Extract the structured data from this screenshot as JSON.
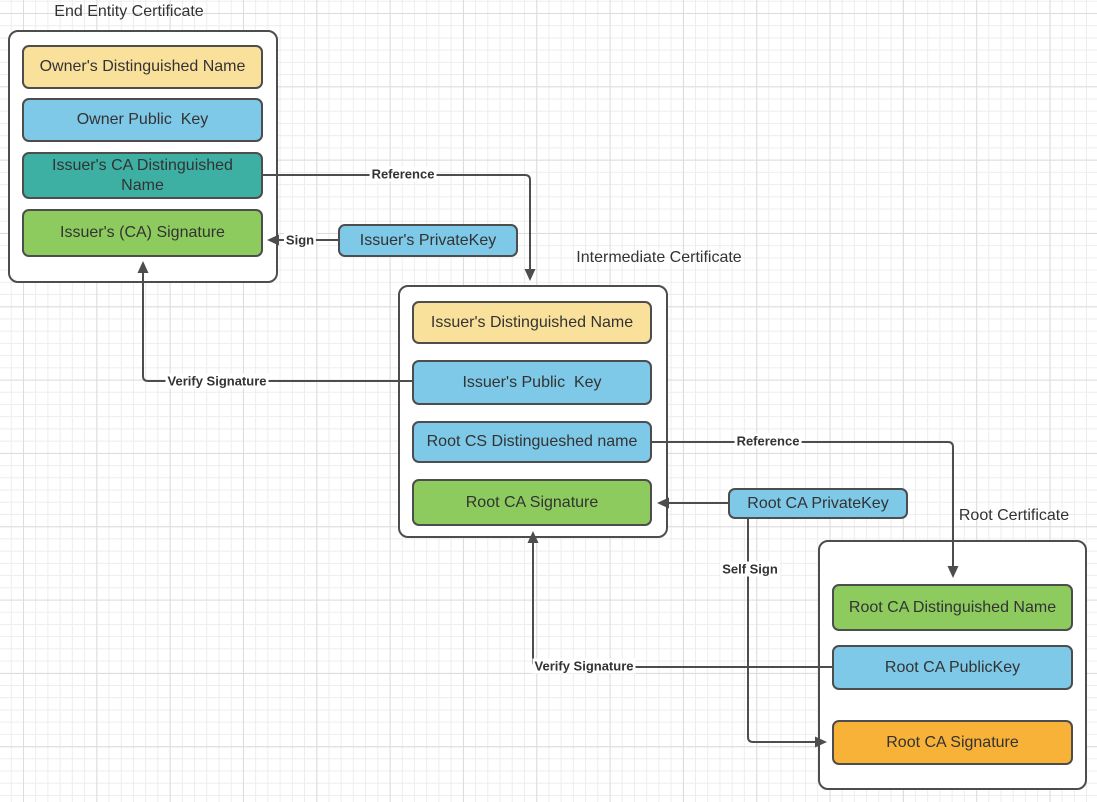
{
  "diagram": {
    "groups": [
      {
        "title": "End Entity Certificate",
        "fields": [
          {
            "label": "Owner's Distinguished Name",
            "color": "#fae19b"
          },
          {
            "label": "Owner Public  Key",
            "color": "#7ec8e8"
          },
          {
            "label": "Issuer's CA Distinguished Name",
            "color": "#3dafa3"
          },
          {
            "label": "Issuer's (CA) Signature",
            "color": "#8dcb5f"
          }
        ]
      },
      {
        "title": "Intermediate Certificate",
        "fields": [
          {
            "label": "Issuer's Distinguished Name",
            "color": "#fae19b"
          },
          {
            "label": "Issuer's Public  Key",
            "color": "#7ec8e8"
          },
          {
            "label": "Root CS Distingueshed name",
            "color": "#7ec8e8"
          },
          {
            "label": "Root CA Signature",
            "color": "#8dcb5f"
          }
        ]
      },
      {
        "title": "Root Certificate",
        "fields": [
          {
            "label": "Root CA Distinguished Name",
            "color": "#8dcb5f"
          },
          {
            "label": "Root CA PublicKey",
            "color": "#7ec8e8"
          },
          {
            "label": "Root CA Signature",
            "color": "#f7b237"
          }
        ]
      }
    ],
    "standalone_boxes": [
      {
        "label": "Issuer's PrivateKey",
        "color": "#7ec8e8"
      },
      {
        "label": "Root CA PrivateKey",
        "color": "#7ec8e8"
      }
    ],
    "edges": [
      {
        "label": "Reference",
        "from": "Issuer's CA Distinguished Name",
        "to": "Intermediate Certificate"
      },
      {
        "label": "Sign",
        "from": "Issuer's PrivateKey",
        "to": "Issuer's (CA) Signature"
      },
      {
        "label": "Verify Signature",
        "from": "Issuer's Public  Key",
        "to": "Issuer's (CA) Signature"
      },
      {
        "label": "Reference",
        "from": "Root CS Distingueshed name",
        "to": "Root CA Distinguished Name"
      },
      {
        "label": "",
        "from": "Root CA PrivateKey",
        "to": "Root CA Signature (Intermediate Certificate)"
      },
      {
        "label": "Self Sign",
        "from": "Root CA PrivateKey",
        "to": "Root CA Signature (Root Certificate)"
      },
      {
        "label": "Verify Signature",
        "from": "Root CA PublicKey",
        "to": "Root CA Signature (Intermediate Certificate)"
      }
    ]
  },
  "colors": {
    "box_yellow": "#fae19b",
    "box_blue": "#7ec8e8",
    "box_teal": "#3dafa3",
    "box_green": "#8dcb5f",
    "box_orange": "#f7b237",
    "outline": "#4d4d4d",
    "text": "#333333",
    "grid_minor": "#ededed",
    "grid_major": "#dcdcdc",
    "canvas_background": "#ffffff"
  }
}
